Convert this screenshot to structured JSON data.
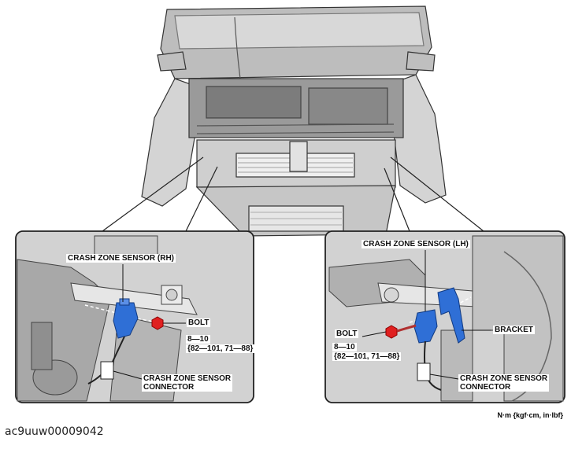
{
  "figure": {
    "units_note": "N·m {kgf·cm, in·lbf}",
    "figure_id": "ac9uuw00009042"
  },
  "rh_panel": {
    "sensor_label": "CRASH ZONE SENSOR (RH)",
    "bolt_label": "BOLT",
    "torque_line1": "8—10",
    "torque_line2": "{82—101, 71—88}",
    "connector_label": "CRASH ZONE SENSOR\nCONNECTOR"
  },
  "lh_panel": {
    "sensor_label": "CRASH ZONE SENSOR (LH)",
    "bolt_label": "BOLT",
    "torque_line1": "8—10",
    "torque_line2": "{82—101, 71—88}",
    "bracket_label": "BRACKET",
    "connector_label": "CRASH ZONE SENSOR\nCONNECTOR"
  },
  "colors": {
    "sensor": "#2f6fd6",
    "bolt": "#e02020",
    "line_art": "#333333",
    "shade": "#c9c9c9"
  }
}
